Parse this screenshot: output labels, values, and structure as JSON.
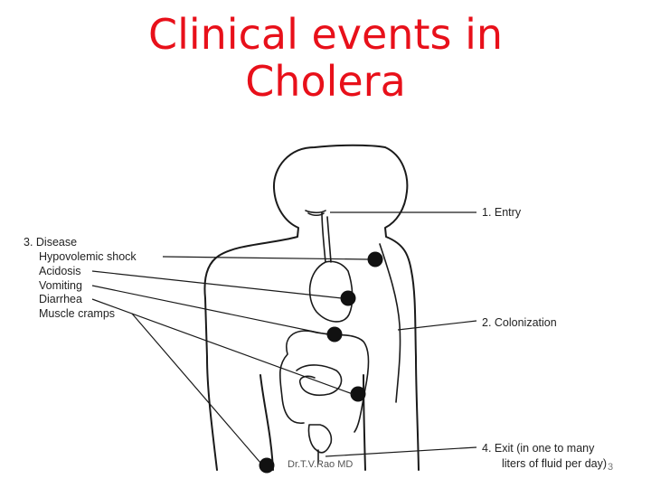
{
  "title": {
    "line1": "Clinical events in",
    "line2": "Cholera"
  },
  "labels": {
    "disease_heading": "3. Disease",
    "symptoms": [
      "Hypovolemic shock",
      "Acidosis",
      "Vomiting",
      "Diarrhea",
      "Muscle cramps"
    ],
    "entry": "1. Entry",
    "colonization": "2. Colonization",
    "exit_line1": "4. Exit (in one to many",
    "exit_line2": "liters of fluid per day)"
  },
  "footer": {
    "author": "Dr.T.V.Rao MD",
    "page_number": "3"
  }
}
